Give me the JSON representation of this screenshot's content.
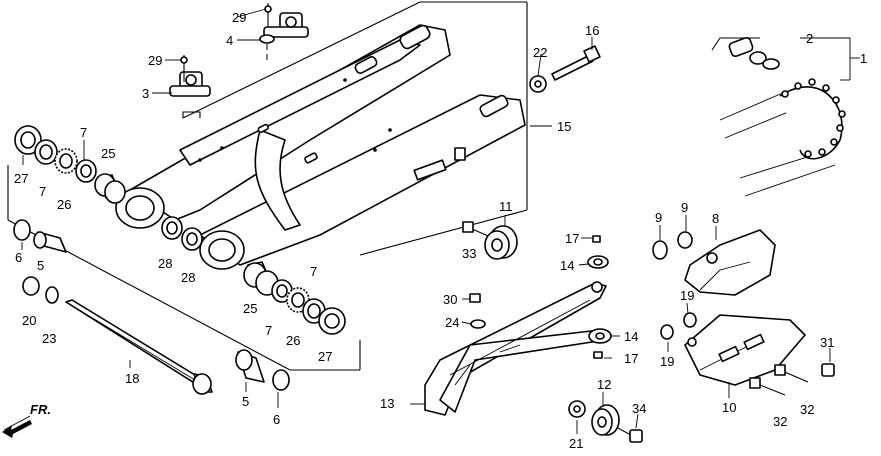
{
  "diagram": {
    "callouts": [
      {
        "id": "c1",
        "text": "1"
      },
      {
        "id": "c2",
        "text": "2"
      },
      {
        "id": "c3",
        "text": "3"
      },
      {
        "id": "c4",
        "text": "4"
      },
      {
        "id": "c5a",
        "text": "5"
      },
      {
        "id": "c5b",
        "text": "5"
      },
      {
        "id": "c6a",
        "text": "6"
      },
      {
        "id": "c6b",
        "text": "6"
      },
      {
        "id": "c7a",
        "text": "7"
      },
      {
        "id": "c7b",
        "text": "7"
      },
      {
        "id": "c7c",
        "text": "7"
      },
      {
        "id": "c7d",
        "text": "7"
      },
      {
        "id": "c8",
        "text": "8"
      },
      {
        "id": "c9a",
        "text": "9"
      },
      {
        "id": "c9b",
        "text": "9"
      },
      {
        "id": "c10",
        "text": "10"
      },
      {
        "id": "c11",
        "text": "11"
      },
      {
        "id": "c12",
        "text": "12"
      },
      {
        "id": "c13",
        "text": "13"
      },
      {
        "id": "c14a",
        "text": "14"
      },
      {
        "id": "c14b",
        "text": "14"
      },
      {
        "id": "c15",
        "text": "15"
      },
      {
        "id": "c16",
        "text": "16"
      },
      {
        "id": "c17a",
        "text": "17"
      },
      {
        "id": "c17b",
        "text": "17"
      },
      {
        "id": "c18",
        "text": "18"
      },
      {
        "id": "c19a",
        "text": "19"
      },
      {
        "id": "c19b",
        "text": "19"
      },
      {
        "id": "c20",
        "text": "20"
      },
      {
        "id": "c21",
        "text": "21"
      },
      {
        "id": "c22",
        "text": "22"
      },
      {
        "id": "c23",
        "text": "23"
      },
      {
        "id": "c24",
        "text": "24"
      },
      {
        "id": "c25a",
        "text": "25"
      },
      {
        "id": "c25b",
        "text": "25"
      },
      {
        "id": "c26a",
        "text": "26"
      },
      {
        "id": "c26b",
        "text": "26"
      },
      {
        "id": "c27a",
        "text": "27"
      },
      {
        "id": "c27b",
        "text": "27"
      },
      {
        "id": "c28a",
        "text": "28"
      },
      {
        "id": "c28b",
        "text": "28"
      },
      {
        "id": "c29a",
        "text": "29"
      },
      {
        "id": "c29b",
        "text": "29"
      },
      {
        "id": "c30",
        "text": "30"
      },
      {
        "id": "c31",
        "text": "31"
      },
      {
        "id": "c32a",
        "text": "32"
      },
      {
        "id": "c32b",
        "text": "32"
      },
      {
        "id": "c33",
        "text": "33"
      },
      {
        "id": "c34",
        "text": "34"
      }
    ],
    "direction_marker": "FR."
  }
}
